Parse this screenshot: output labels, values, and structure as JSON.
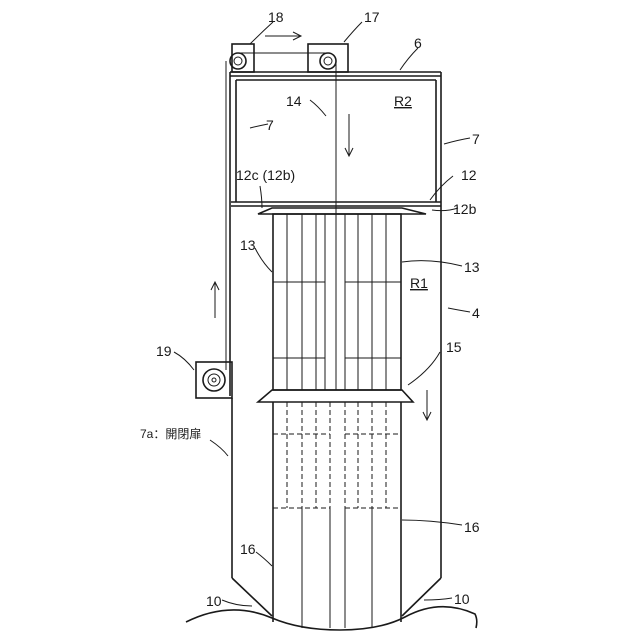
{
  "labels": {
    "l18": "18",
    "l17": "17",
    "l6": "6",
    "l14": "14",
    "lR2": "R2",
    "l7a": "7",
    "l7b": "7",
    "l12c": "12c (12b)",
    "l12": "12",
    "l12b": "12b",
    "l13a": "13",
    "l13b": "13",
    "lR1": "R1",
    "l4": "4",
    "l19": "19",
    "l15": "15",
    "l7door": "7a：開閉扉",
    "l16a": "16",
    "l16b": "16",
    "l10a": "10",
    "l10b": "10"
  }
}
